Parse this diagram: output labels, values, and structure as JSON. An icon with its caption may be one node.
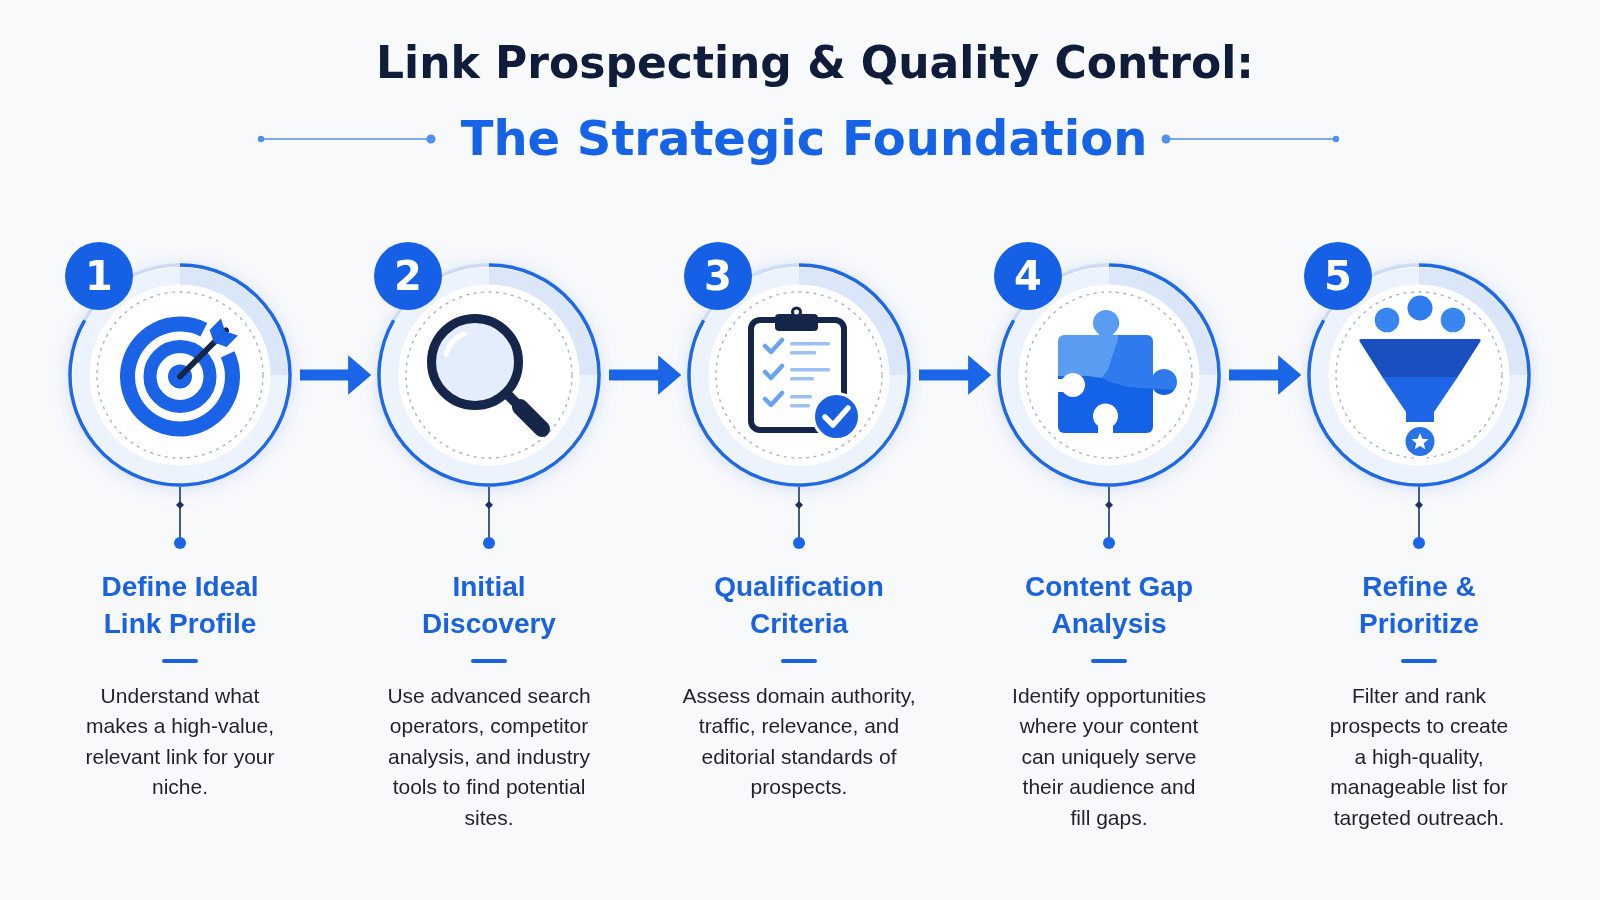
{
  "diagram": {
    "title": "Link Prospecting & Quality Control:",
    "nodes": [
      {
        "text": [
          "1"
        ]
      },
      {
        "text": [
          "2"
        ]
      },
      {
        "text": [
          "3"
        ]
      },
      {
        "text": [
          "4"
        ]
      },
      {
        "text": [
          "5"
        ]
      },
      {
        "text": [
          "Define Ideal Link Profile",
          "Understand what makes a high-value, relevant link for your niche."
        ]
      },
      {
        "text": [
          "Initial Discovery",
          "Use advanced search operators, competitor analysis, and industry tools to find potential sites."
        ]
      },
      {
        "text": [
          "Qualification Criteria",
          "Assess domain authority, traffic, relevance, and editorial standards of prospects."
        ]
      },
      {
        "text": [
          "Content Gap Analysis",
          "Identify opportunities where your content can uniquely serve their audience and fill gaps."
        ]
      },
      {
        "text": [
          "Refine & Prioritize",
          "Filter and rank prospects to create a high-quality, manageable list for targeted outreach."
        ]
      }
    ],
    "edges": [
      {
        "from": 0,
        "to": 1,
        "arrow": "to",
        "style": "thick",
        "color": "#1a66e6"
      },
      {
        "from": 1,
        "to": 2,
        "arrow": "to",
        "style": "thick",
        "color": "#1a66e6"
      },
      {
        "from": 2,
        "to": 3,
        "arrow": "to",
        "style": "thick",
        "color": "#1a66e6"
      },
      {
        "from": 3,
        "to": 4,
        "arrow": "to",
        "style": "thick",
        "color": "#1a66e6"
      },
      {
        "from": 0,
        "to": 5,
        "arrow": "other"
      },
      {
        "from": 1,
        "to": 6,
        "arrow": "other"
      },
      {
        "from": 2,
        "to": 7,
        "arrow": "other"
      },
      {
        "from": 3,
        "to": 8,
        "arrow": "other"
      },
      {
        "from": 4,
        "to": 9,
        "arrow": "other"
      }
    ],
    "labels": [
      "The Strategic Foundation"
    ]
  }
}
